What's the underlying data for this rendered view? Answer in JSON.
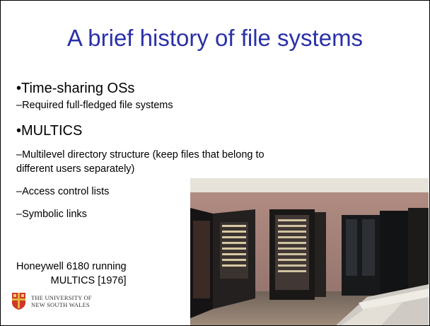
{
  "slide": {
    "title": "A brief history of file systems",
    "bullets": [
      {
        "level": 1,
        "text": "•Time-sharing OSs"
      },
      {
        "level": 2,
        "text": "–Required full-fledged file systems"
      },
      {
        "level": 1,
        "text": "•MULTICS"
      },
      {
        "level": 2,
        "text": "–Multilevel directory structure (keep files that belong to"
      },
      {
        "level": 2,
        "text": "different users separately)"
      },
      {
        "level": 2,
        "text": "–Access control lists"
      },
      {
        "level": 2,
        "text": "–Symbolic links"
      }
    ],
    "caption": {
      "line1": "Honeywell 6180 running",
      "line2": "MULTICS [1976]"
    },
    "logo": {
      "line1": "THE UNIVERSITY OF",
      "line2": "NEW SOUTH WALES"
    }
  },
  "colors": {
    "title": "#2a30a8",
    "text": "#000000",
    "logo_red": "#d1362a",
    "logo_gold": "#e0b43a"
  }
}
